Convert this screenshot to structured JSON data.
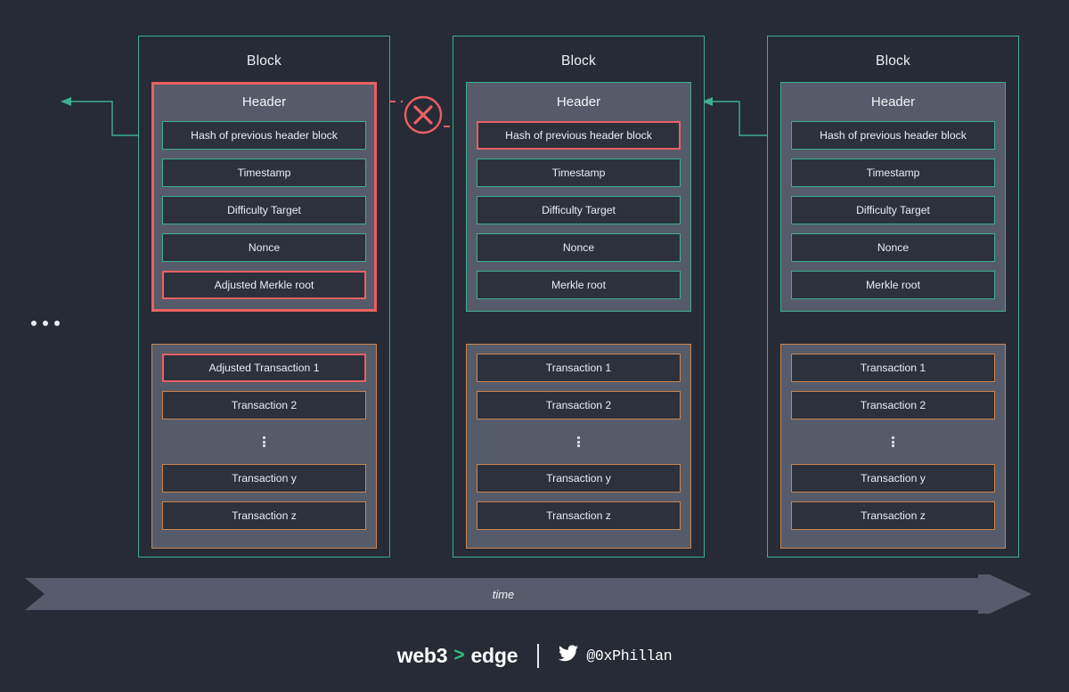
{
  "theme": {
    "background": "#272b36",
    "panel": "#555b69",
    "field_bg": "#2c313c",
    "teal": "#3fae8e",
    "orange": "#c9854f",
    "red": "#ec5f63",
    "text": "#eaeef3",
    "brand_green": "#2fbf7e"
  },
  "diagram": {
    "leading_ellipsis": "...",
    "broken_link_icon": "circle-x-icon",
    "timeline": {
      "label": "time",
      "direction": "right"
    }
  },
  "blocks": [
    {
      "title": "Block",
      "header": {
        "title": "Header",
        "flagged": true,
        "fields": [
          {
            "label": "Hash of previous header block",
            "flagged": false
          },
          {
            "label": "Timestamp",
            "flagged": false
          },
          {
            "label": "Difficulty Target",
            "flagged": false
          },
          {
            "label": "Nonce",
            "flagged": false
          },
          {
            "label": "Adjusted Merkle root",
            "flagged": true
          }
        ]
      },
      "transactions": [
        {
          "label": "Adjusted Transaction 1",
          "flagged": true
        },
        {
          "label": "Transaction 2",
          "flagged": false
        },
        {
          "label": "vertical-ellipsis",
          "ellipsis": true
        },
        {
          "label": "Transaction y",
          "flagged": false
        },
        {
          "label": "Transaction z",
          "flagged": false
        }
      ]
    },
    {
      "title": "Block",
      "header": {
        "title": "Header",
        "flagged": false,
        "fields": [
          {
            "label": "Hash of previous header block",
            "flagged": true
          },
          {
            "label": "Timestamp",
            "flagged": false
          },
          {
            "label": "Difficulty Target",
            "flagged": false
          },
          {
            "label": "Nonce",
            "flagged": false
          },
          {
            "label": "Merkle root",
            "flagged": false
          }
        ]
      },
      "transactions": [
        {
          "label": "Transaction 1",
          "flagged": false
        },
        {
          "label": "Transaction 2",
          "flagged": false
        },
        {
          "label": "vertical-ellipsis",
          "ellipsis": true
        },
        {
          "label": "Transaction y",
          "flagged": false
        },
        {
          "label": "Transaction z",
          "flagged": false
        }
      ]
    },
    {
      "title": "Block",
      "header": {
        "title": "Header",
        "flagged": false,
        "fields": [
          {
            "label": "Hash of previous header block",
            "flagged": false
          },
          {
            "label": "Timestamp",
            "flagged": false
          },
          {
            "label": "Difficulty Target",
            "flagged": false
          },
          {
            "label": "Nonce",
            "flagged": false
          },
          {
            "label": "Merkle root",
            "flagged": false
          }
        ]
      },
      "transactions": [
        {
          "label": "Transaction 1",
          "flagged": false
        },
        {
          "label": "Transaction 2",
          "flagged": false
        },
        {
          "label": "vertical-ellipsis",
          "ellipsis": true
        },
        {
          "label": "Transaction y",
          "flagged": false
        },
        {
          "label": "Transaction z",
          "flagged": false
        }
      ]
    }
  ],
  "footer": {
    "brand_first": "web3",
    "brand_chevron": ">",
    "brand_second": "edge",
    "twitter_icon": "twitter-bird-icon",
    "handle": "@0xPhillan"
  }
}
